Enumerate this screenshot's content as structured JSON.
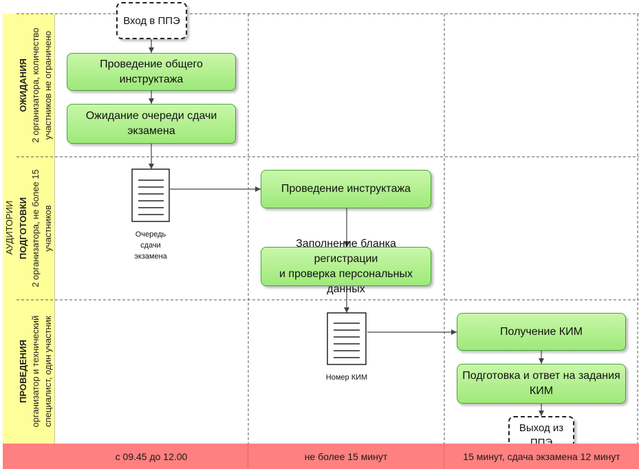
{
  "side_label": "АУДИТОРИИ",
  "lanes": [
    {
      "title": "ОЖИДАНИЯ",
      "subtitle_line1": "2 организатора, количество",
      "subtitle_line2": "участников не ограничено"
    },
    {
      "title": "ПОДГОТОВКИ",
      "subtitle_line1": "2 организатора, не более 15",
      "subtitle_line2": "участников"
    },
    {
      "title": "ПРОВЕДЕНИЯ",
      "subtitle_line1": "организатор и технический",
      "subtitle_line2": "специалист, один участник"
    }
  ],
  "terminals": {
    "entry": "Вход в ППЭ",
    "exit_line1": "Выход из",
    "exit_line2": "ППЭ"
  },
  "processes": {
    "general_briefing": "Проведение общего инструктажа",
    "queue_wait_line1": "Ожидание очереди сдачи",
    "queue_wait_line2": "экзамена",
    "briefing": "Проведение инструктажа",
    "registration_line1": "Заполнение бланка регистрации",
    "registration_line2": "и проверка персональных данных",
    "get_kim": "Получение КИМ",
    "answer_line1": "Подготовка и ответ на задания",
    "answer_line2": "КИМ"
  },
  "documents": {
    "queue_line1": "Очередь",
    "queue_line2": "сдачи",
    "queue_line3": "экзамена",
    "kim_number": "Номер КИМ"
  },
  "footer": {
    "col1": "с 09.45 до 12.00",
    "col2": "не более 15 минут",
    "col3": "15 минут, сдача экзамена 12 минут"
  }
}
